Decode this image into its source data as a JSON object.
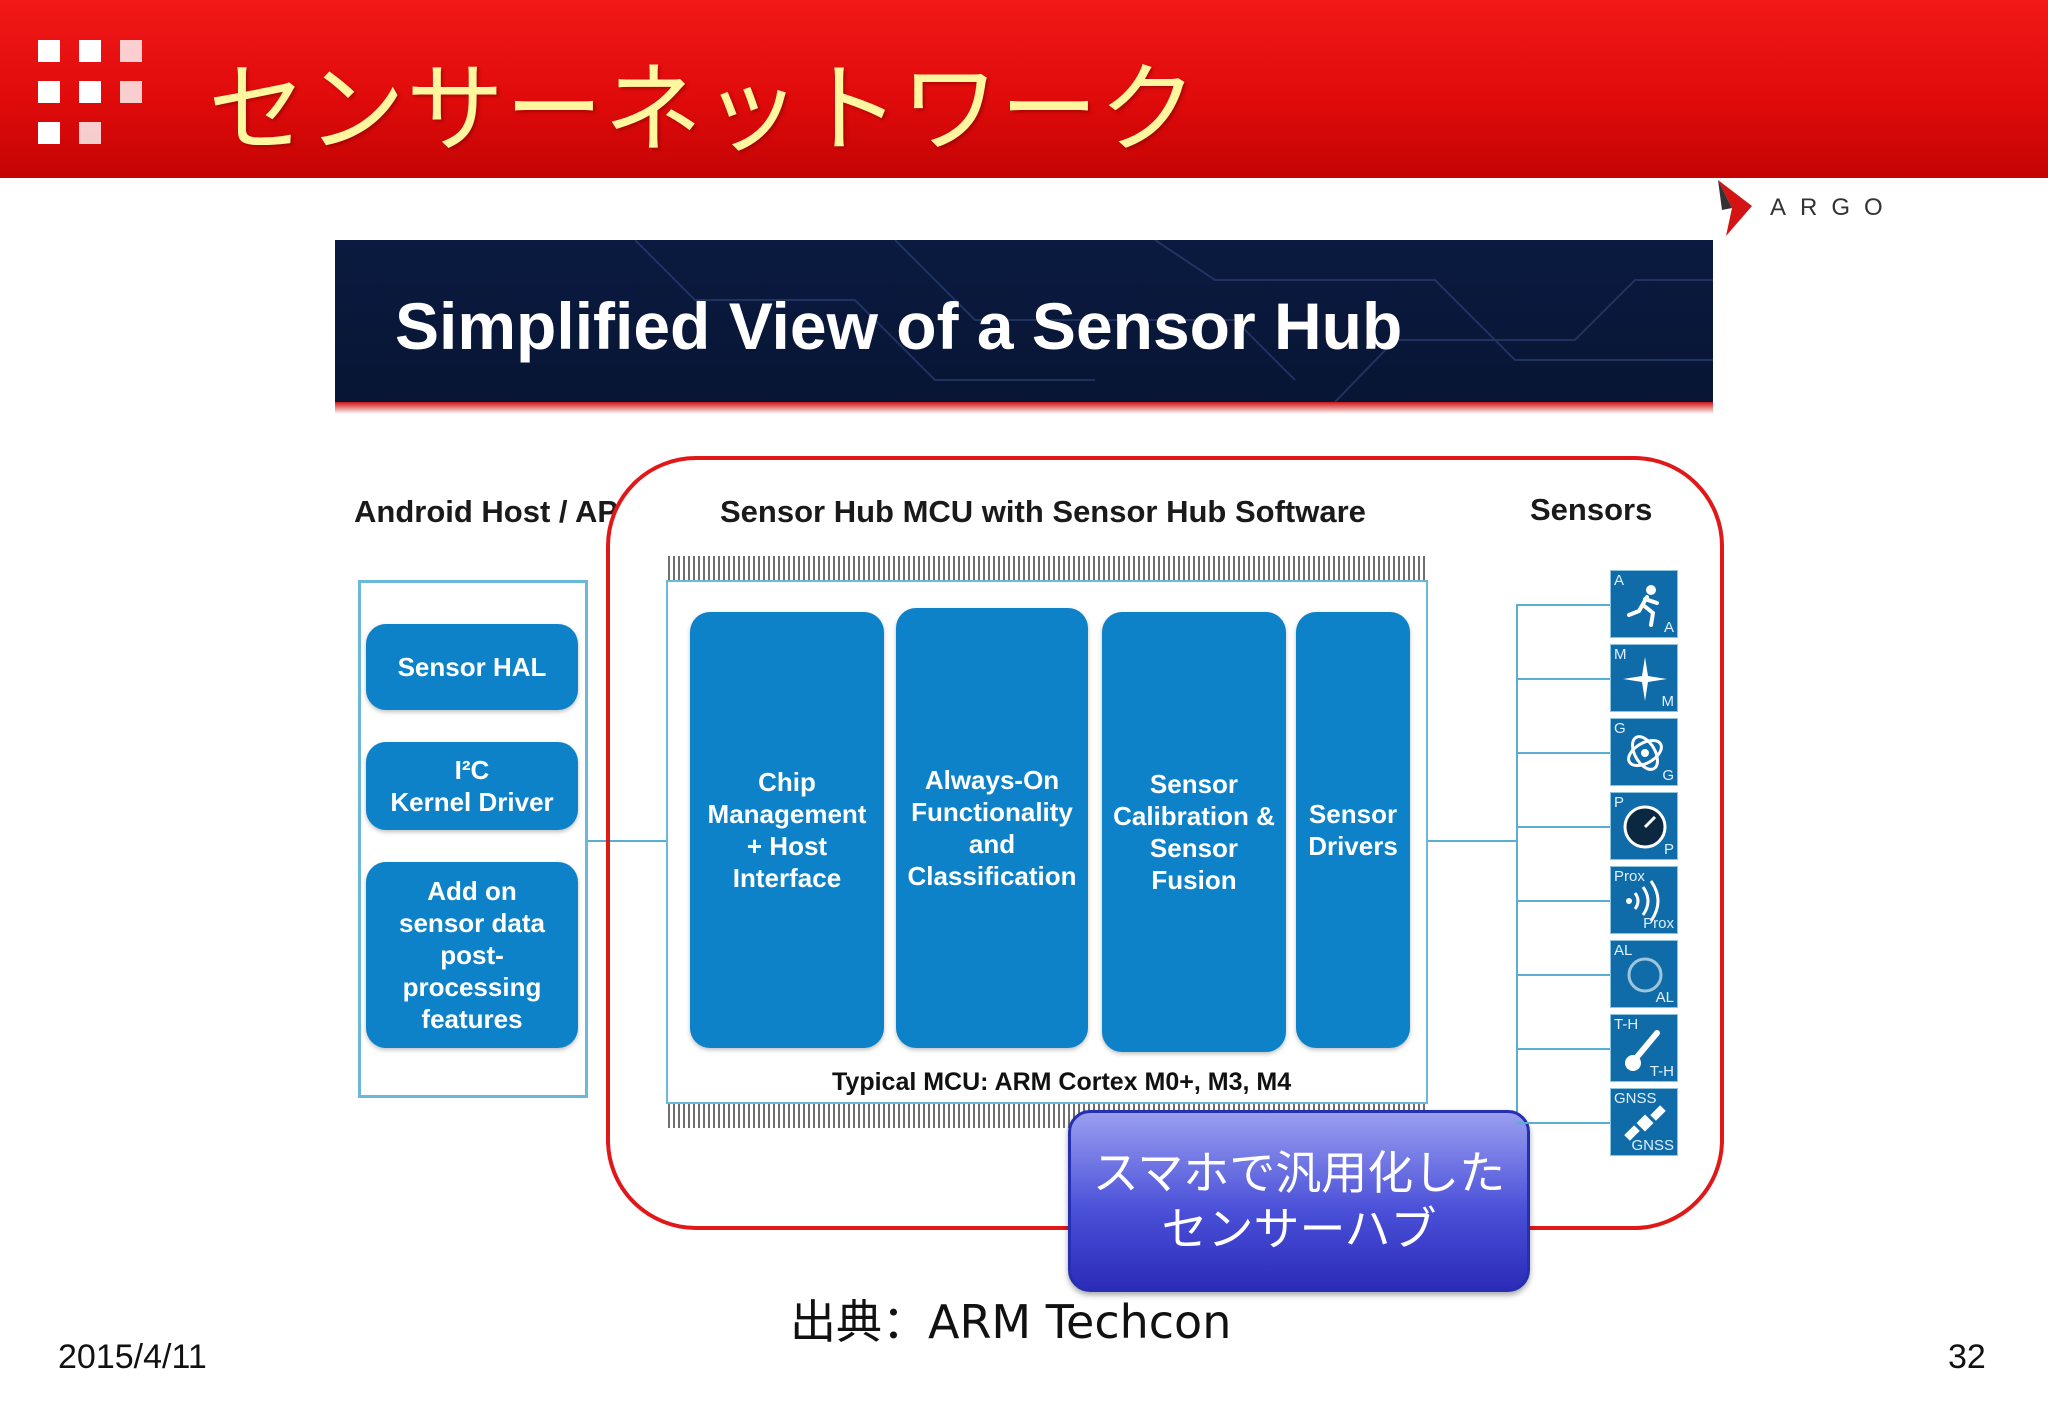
{
  "slide": {
    "title": "センサーネットワーク",
    "brand": "ARGO",
    "source": "出典：ARM Techcon",
    "date": "2015/4/11",
    "page_number": "32",
    "header_color": "#e00b0b",
    "title_color": "#fff6a0"
  },
  "figure": {
    "title": "Simplified View of a Sensor Hub",
    "columns": {
      "host": "Android Host / AP",
      "hub": "Sensor Hub MCU with Sensor Hub Software",
      "sensors": "Sensors"
    },
    "host_boxes": [
      {
        "label": "Sensor HAL"
      },
      {
        "label": "I²C\nKernel Driver"
      },
      {
        "label": "Add on\nsensor data\npost-\nprocessing\nfeatures"
      }
    ],
    "hub_boxes": [
      {
        "label": "Chip\nManagement\n+ Host\nInterface"
      },
      {
        "label": "Always-On\nFunctionality\nand\nClassification"
      },
      {
        "label": "Sensor\nCalibration &\nSensor\nFusion"
      },
      {
        "label": "Sensor\nDrivers"
      }
    ],
    "mcu_caption": "Typical MCU: ARM Cortex M0+, M3, M4",
    "sensors": [
      {
        "tl": "A",
        "br": "A",
        "icon": "running-person-icon"
      },
      {
        "tl": "M",
        "br": "M",
        "icon": "compass-star-icon"
      },
      {
        "tl": "G",
        "br": "G",
        "icon": "gyroscope-icon"
      },
      {
        "tl": "P",
        "br": "P",
        "icon": "pressure-gauge-icon"
      },
      {
        "tl": "Prox",
        "br": "Prox",
        "icon": "proximity-waves-icon"
      },
      {
        "tl": "AL",
        "br": "AL",
        "icon": "ambient-light-icon"
      },
      {
        "tl": "T-H",
        "br": "T-H",
        "icon": "thermometer-icon"
      },
      {
        "tl": "GNSS",
        "br": "GNSS",
        "icon": "satellite-icon"
      }
    ],
    "box_color": "#0d82c8",
    "frame_color": "#6cb8d8",
    "banner_color": "#0a1a40"
  },
  "annotation": {
    "callout": "スマホで汎用化した\nセンサーハブ",
    "highlight_color": "#e01818"
  }
}
